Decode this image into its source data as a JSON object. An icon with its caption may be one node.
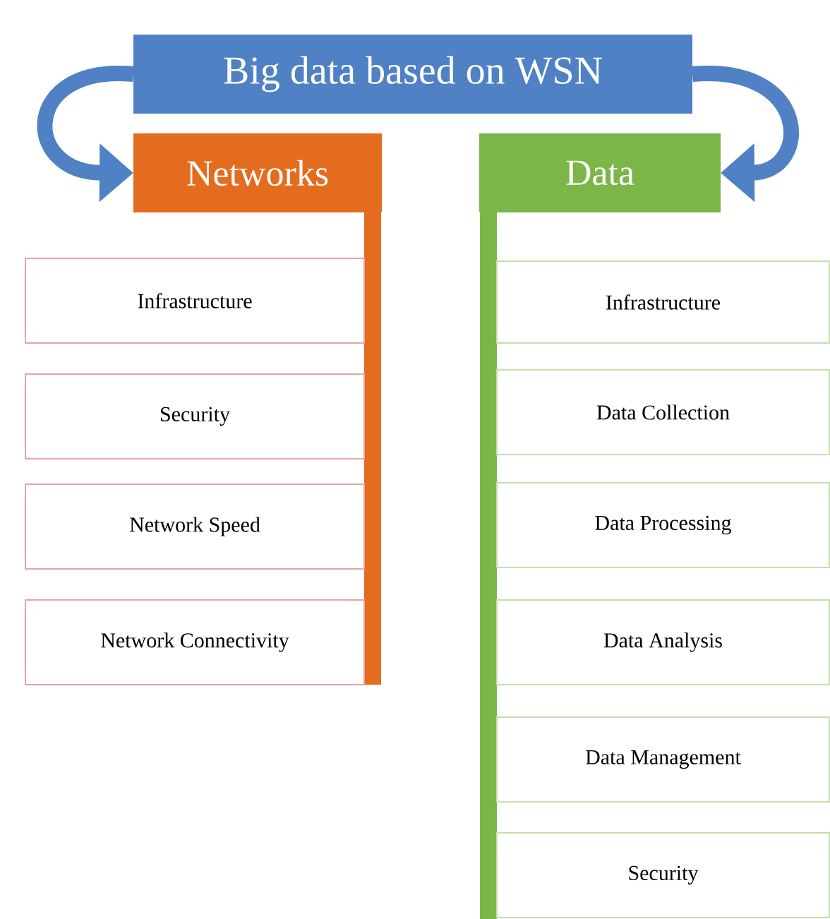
{
  "diagram": {
    "nodes": [
      {
        "text": [
          "Big data based on WSN"
        ]
      },
      {
        "text": [
          "Networks"
        ]
      },
      {
        "text": [
          "Data"
        ]
      },
      {
        "text": [
          "Infrastructure"
        ]
      },
      {
        "text": [
          "Security"
        ]
      },
      {
        "text": [
          "Network Speed"
        ]
      },
      {
        "text": [
          "Network Connectivity"
        ]
      },
      {
        "text": [
          "Infrastructure"
        ]
      },
      {
        "text": [
          "Data Collection"
        ]
      },
      {
        "text": [
          "Data Processing"
        ]
      },
      {
        "text": [
          "Data Analysis"
        ]
      },
      {
        "text": [
          "Data Management"
        ]
      },
      {
        "text": [
          "Security"
        ]
      }
    ],
    "edges": [
      {
        "from": 0,
        "to": 1,
        "arrow": "to"
      },
      {
        "from": 0,
        "to": 2,
        "arrow": "to"
      }
    ]
  }
}
